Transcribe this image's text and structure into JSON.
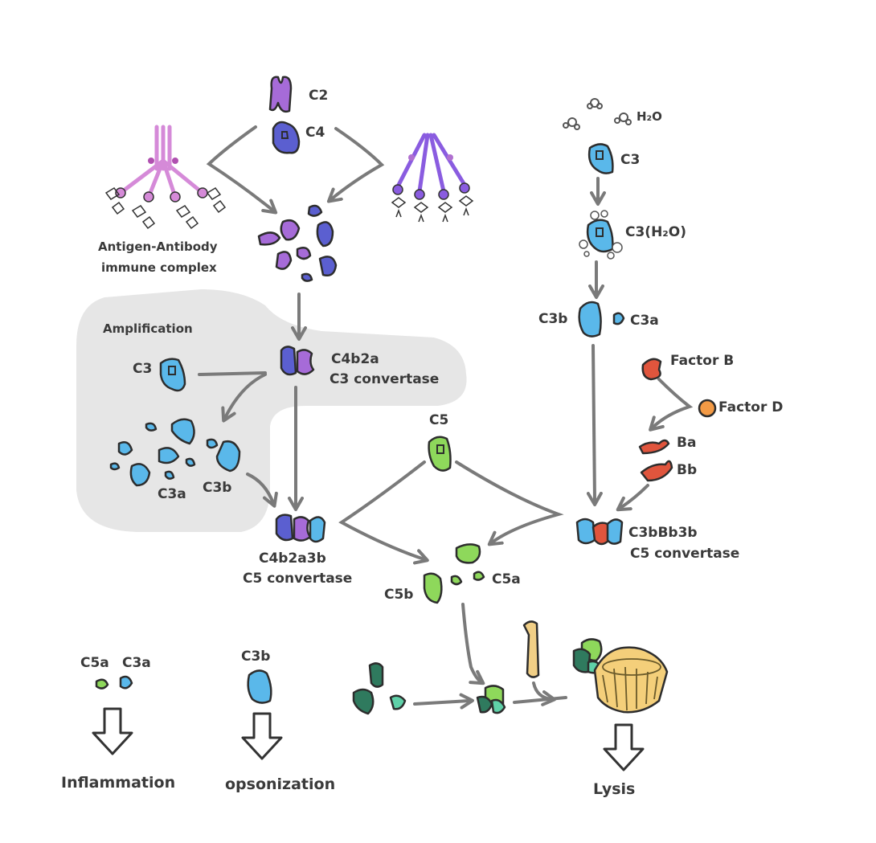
{
  "colors": {
    "c4_blue": "#5b5fd0",
    "c2_purple": "#a66bd8",
    "c3_blue": "#5ab8ea",
    "factor_b_red": "#e0553d",
    "factor_d_orange": "#f39a45",
    "c5_green": "#8ed85b",
    "mac_dark_green": "#2f7a5e",
    "mac_teal": "#5fd0a8",
    "pore_yellow": "#f4cf7a",
    "c9_yellow": "#f1cf86",
    "amplification_bg": "#e6e6e6",
    "arrow_gray": "#7a7a7a"
  },
  "labels": {
    "c2": "C2",
    "c4": "C4",
    "antigen_antibody": "Antigen-Antibody",
    "immune_complex": "immune complex",
    "amplification": "Amplification",
    "c3_amp": "C3",
    "c4b2a": "C4b2a",
    "c3_convertase": "C3 convertase",
    "c3a_amp": "C3a",
    "c3b_amp": "C3b",
    "c4b2a3b": "C4b2a3b",
    "c5_convertase_left": "C5 convertase",
    "c5": "C5",
    "c5b": "C5b",
    "c5a": "C5a",
    "h2o": "H₂O",
    "c3_alt": "C3",
    "c3_h2o": "C3(H₂O)",
    "c3b_alt": "C3b",
    "c3a_alt": "C3a",
    "factor_b": "Factor B",
    "factor_d": "Factor D",
    "ba": "Ba",
    "bb": "Bb",
    "c3bbb3b": "C3bBb3b",
    "c5_convertase_right": "C5 convertase",
    "out_c5a": "C5a",
    "out_c3a": "C3a",
    "out_c3b": "C3b",
    "inflammation": "Inflammation",
    "opsonization": "opsonization",
    "lysis": "Lysis"
  },
  "icons": {
    "antibody_pentamer": "igm-antibody-icon",
    "antibody_lectin": "mbl-lectin-icon",
    "pore": "membrane-attack-complex-icon",
    "outcome_arrow": "hollow-down-arrow-icon"
  }
}
